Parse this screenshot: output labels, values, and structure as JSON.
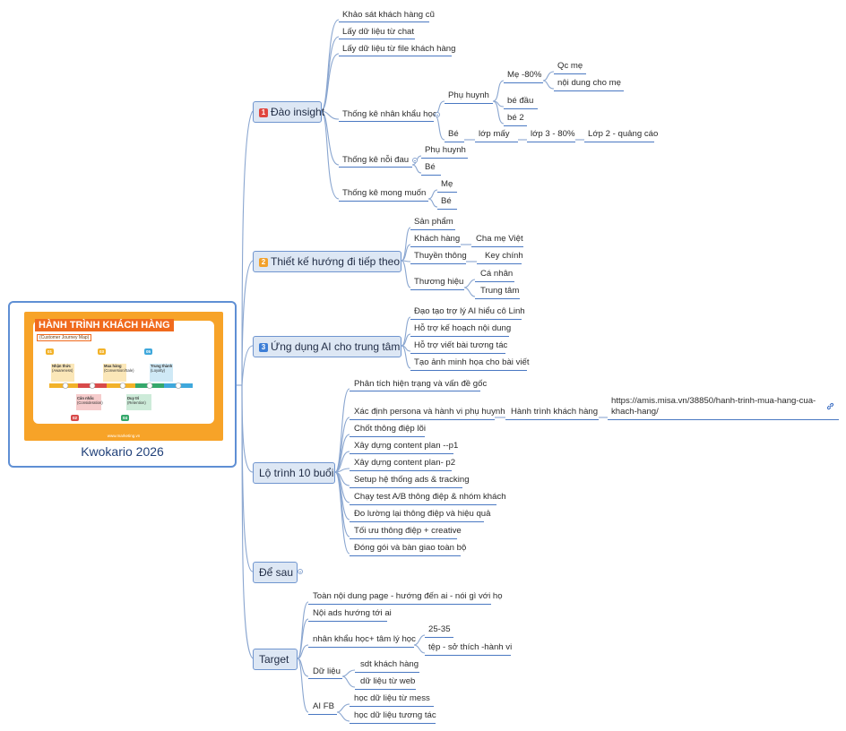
{
  "root": {
    "label": "Kwokario 2026",
    "image": {
      "title": "HÀNH TRÌNH KHÁCH HÀNG",
      "subtitle": "(Customer Journey Map)",
      "footer": "www.marketing.vn",
      "steps": [
        {
          "num": "01",
          "label": "Nhận thức",
          "sub": "(Awareness)"
        },
        {
          "num": "02",
          "label": "Cân nhắc",
          "sub": "(Consideration)"
        },
        {
          "num": "03",
          "label": "Mua hàng",
          "sub": "(Conversion/Sale)"
        },
        {
          "num": "04",
          "label": "Duy trì",
          "sub": "(Retention)"
        },
        {
          "num": "05",
          "label": "Trung thành",
          "sub": "(Loyalty)"
        }
      ]
    }
  },
  "branches": {
    "dao_insight": {
      "badge": "1",
      "label": "Đào insight",
      "children": {
        "khao_sat": "Khảo sát khách hàng cũ",
        "lay_chat": "Lấy dữ liệu từ chat",
        "lay_file": "Lấy dữ liệu từ file khách hàng",
        "thong_ke_nhan_khau": "Thống kê nhân khẩu học",
        "phu_huynh": "Phụ huynh",
        "me_80": "Mẹ -80%",
        "qc_me": "Qc mẹ",
        "noi_dung_me": "nội dung cho mẹ",
        "be_dau": "bé đầu",
        "be_2": "bé 2",
        "be": "Bé",
        "lop_may": "lớp mấy",
        "lop_3": "lớp 3 - 80%",
        "lop_2": "Lớp 2 - quảng cáo",
        "thong_ke_noi_dau": "Thống kê nỗi đau",
        "noi_dau_phu_huynh": "Phụ huynh",
        "noi_dau_be": "Bé",
        "thong_ke_mong_muon": "Thống kê mong muốn",
        "mong_muon_me": "Mẹ",
        "mong_muon_be": "Bé"
      }
    },
    "thiet_ke": {
      "badge": "2",
      "label": "Thiết kế hướng đi tiếp theo",
      "children": {
        "san_pham": "Sản phẩm",
        "khach_hang": "Khách hàng",
        "cha_me_viet": "Cha mẹ Việt",
        "thuyen_thong": "Thuyền thông",
        "key_chinh": "Key chính",
        "thuong_hieu": "Thương hiệu",
        "ca_nhan": "Cá nhân",
        "trung_tam": "Trung tâm"
      }
    },
    "ung_dung_ai": {
      "badge": "3",
      "label": "Ứng dụng AI cho trung tâm",
      "children": {
        "dao_tao": "Đạo tạo  trợ lý AI hiểu cô Linh",
        "ho_tro_ke_hoach": "Hỗ trợ kế hoạch nội dung",
        "ho_tro_viet": "Hỗ trợ viết bài tương tác",
        "tao_anh": "Tạo ảnh minh họa cho bài viết"
      }
    },
    "lo_trinh": {
      "label": "Lộ trình 10 buổi",
      "children": {
        "phan_tich": "Phân tích hiện trạng và vấn đề gốc",
        "xac_dinh": "Xác định persona và hành vi phụ huynh",
        "hanh_trinh": "Hành trình khách hàng",
        "url": "https://amis.misa.vn/38850/hanh-trinh-mua-hang-cua-khach-hang/",
        "chot": "Chốt thông điệp lõi",
        "content_p1": "Xây dựng content plan --p1",
        "content_p2": "Xây dựng content plan- p2",
        "setup": "Setup hệ thống ads & tracking",
        "chay_test": "Chạy test A/B thông điệp & nhóm khách",
        "do_luong": "Đo lường lại thông điệp và hiệu quả",
        "toi_uu": "Tối ưu thông điệp + creative",
        "dong_goi": "Đóng gói và bàn giao toàn bộ"
      }
    },
    "de_sau": {
      "label": "Để sau"
    },
    "target": {
      "label": "Target",
      "children": {
        "toan_noi_dung": "Toàn nội dung page - hướng đến ai - nói gì với họ",
        "noi_ads": "Nội ads hướng tới ai",
        "nhan_khau": "nhân khẩu học+ tâm lý học",
        "tuoi": "25-35",
        "tep": "tệp - sở thích -hành vi",
        "du_lieu": "Dữ liệu",
        "sdt": "sdt khách hàng",
        "du_lieu_web": "dữ liệu từ web",
        "ai_fb": "AI FB",
        "hoc_mess": "học dữ liệu từ mess",
        "hoc_tuong_tac": "học dữ liệu tương tác"
      }
    }
  },
  "colors": {
    "connector": "#8aa6d0",
    "underline": "#4a78c2",
    "main_fill": "#dde7f4",
    "main_border": "#6f95cf",
    "badge_1": "#e0463f",
    "badge_2": "#f2a12b",
    "badge_3": "#3d7ed6",
    "root_border": "#5f8fd4",
    "image_bg": "#f7a328"
  }
}
